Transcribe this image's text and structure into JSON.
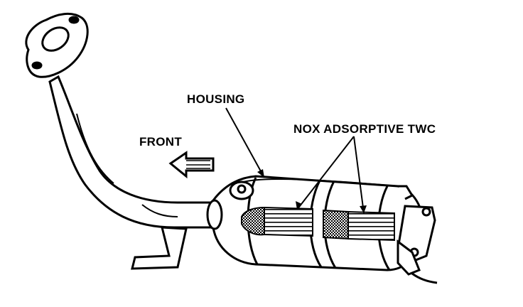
{
  "labels": {
    "housing": "HOUSING",
    "front": "FRONT",
    "nox": "NOX ADSORPTIVE TWC"
  },
  "colors": {
    "ink": "#000000",
    "paper": "#ffffff",
    "substrate": "#9a9a9a"
  }
}
